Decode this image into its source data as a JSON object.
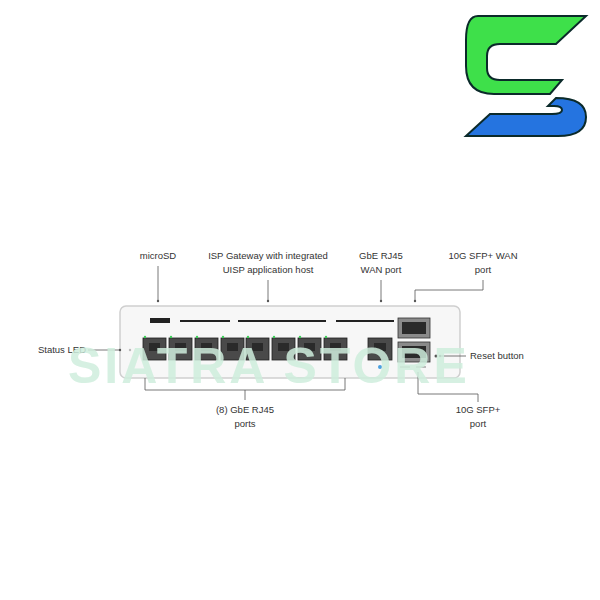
{
  "diagram": {
    "labels": [
      "microSD",
      "ISP Gateway with integrated UISP application host",
      "GbE RJ45 WAN port",
      "10G SFP+ WAN port",
      "Status LED",
      "Reset button",
      "(8) GbE RJ45 ports",
      "10G SFP+ port",
      "SIATRA STORE"
    ]
  }
}
